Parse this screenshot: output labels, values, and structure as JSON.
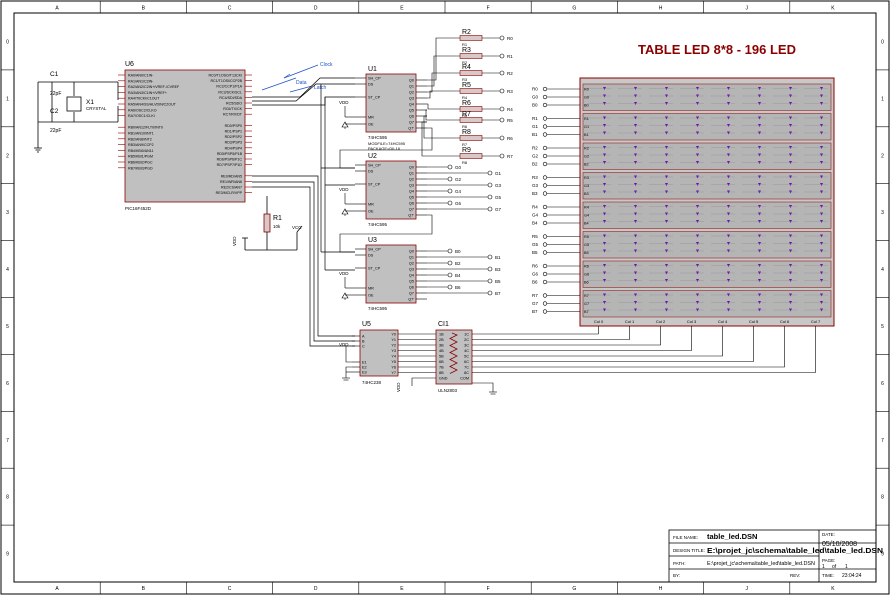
{
  "frame": {
    "cols": [
      "A",
      "B",
      "C",
      "D",
      "E",
      "F",
      "G",
      "H",
      "J",
      "K"
    ],
    "rows": [
      "0",
      "1",
      "2",
      "3",
      "4",
      "5",
      "6",
      "7",
      "8",
      "9"
    ]
  },
  "title": "TABLE LED 8*8 - 196 LED",
  "crystal": {
    "c1": "C1",
    "c1_val": "22pF",
    "c2": "C2",
    "c2_val": "22pF",
    "x1": "X1",
    "x1_val": "CRYSTAL"
  },
  "mcu": {
    "ref": "U6",
    "part": "PIC16F452D",
    "pins_left": [
      "RA0/AN0/C1IN-",
      "RA1/AN1/C2IN-",
      "RA2/AN2/C2IN+/VREF-/CVREF",
      "RA3/AN3/C1IN+/VREF+",
      "RA4/T0CKI/C1OUT",
      "RA5/AN4/SS/HLVDIN/C2OUT",
      "RA6/OSC2/CLKO",
      "RA7/OSC1/CLKI",
      "",
      "RB0/AN12/FLT0/INT0",
      "RB1/AN10/INT1",
      "RB2/AN8/INT2",
      "RB3/AN9/CCP2",
      "RB4/KBI0/AN11",
      "RB5/KBI1/PGM",
      "RB6/KBI2/PGC",
      "RB7/KBI3/PGD"
    ],
    "pins_right": [
      "RC0/T1OSO/T13CKI",
      "RC1/T1OSI/CCP2B",
      "RC2/CCP1/P1A",
      "RC3/SCK/SCL",
      "RC4/SDI/SDA",
      "RC5/SDO",
      "RC6/TX/CK",
      "RC7/RX/DT",
      "",
      "RD0/PSP0",
      "RD1/PSP1",
      "RD2/PSP2",
      "RD3/PSP3",
      "RD4/PSP4",
      "RD5/PSP5/P1B",
      "RD6/PSP6/P1C",
      "RD7/PSP7/P1D",
      "",
      "RE0/RD/AN5",
      "RE1/WR/AN6",
      "RE2/CS/AN7",
      "RE3/MCLR/VPP"
    ]
  },
  "r1": {
    "ref": "R1",
    "val": "10k",
    "vcc": "VCC",
    "vdd": "VDD"
  },
  "net_labels": {
    "clock": "Clock",
    "data": "Data",
    "latch": "Latch"
  },
  "shift_regs": [
    {
      "ref": "U1",
      "part": "74HC595",
      "pkg": "MODFILE=74HC595",
      "pkg2": "PACKAGE=DIL16",
      "pins_in": [
        "SH_CP",
        "DS",
        "ST_CP",
        "MR",
        "OE"
      ],
      "pins_out": [
        "Q0",
        "Q1",
        "Q2",
        "Q3",
        "Q4",
        "Q5",
        "Q6",
        "Q7",
        "Q7'"
      ]
    },
    {
      "ref": "U2",
      "part": "74HC595",
      "pkg": "",
      "pkg2": "",
      "pins_in": [
        "SH_CP",
        "DS",
        "ST_CP",
        "MR",
        "OE"
      ],
      "pins_out": [
        "Q0",
        "Q1",
        "Q2",
        "Q3",
        "Q4",
        "Q5",
        "Q6",
        "Q7",
        "Q7'"
      ]
    },
    {
      "ref": "U3",
      "part": "74HC595",
      "pkg": "",
      "pkg2": "",
      "pins_in": [
        "SH_CP",
        "DS",
        "ST_CP",
        "MR",
        "OE"
      ],
      "pins_out": [
        "Q0",
        "Q1",
        "Q2",
        "Q3",
        "Q4",
        "Q5",
        "Q6",
        "Q7",
        "Q7'"
      ]
    }
  ],
  "vdd": "VDD",
  "red_resistors": [
    {
      "ref": "R2",
      "val": "R1",
      "out": "R0"
    },
    {
      "ref": "R3",
      "val": "R2",
      "out": "R1"
    },
    {
      "ref": "R4",
      "val": "R3",
      "out": "R2"
    },
    {
      "ref": "R5",
      "val": "R4",
      "out": "R3"
    },
    {
      "ref": "R6",
      "val": "R5",
      "out": "R4"
    },
    {
      "ref": "R7",
      "val": "R6",
      "out": "R5"
    },
    {
      "ref": "R8",
      "val": "R7",
      "out": "R6"
    },
    {
      "ref": "R9",
      "val": "R8",
      "out": "R7"
    }
  ],
  "u2_outputs": [
    "G0",
    "G1",
    "G2",
    "G3",
    "G4",
    "G5",
    "G6",
    "G7"
  ],
  "u3_outputs": [
    "B0",
    "B1",
    "B2",
    "B3",
    "B4",
    "B5",
    "B6",
    "B7"
  ],
  "decoder": {
    "ref": "U5",
    "part": "74HC238",
    "pins_in": [
      "A",
      "B",
      "C",
      "E1",
      "E2",
      "E3"
    ],
    "pins_out": [
      "Y0",
      "Y1",
      "Y2",
      "Y3",
      "Y4",
      "Y5",
      "Y6",
      "Y7"
    ]
  },
  "driver": {
    "ref": "CI1",
    "part": "ULN2803",
    "pins_in": [
      "1B",
      "2B",
      "3B",
      "4B",
      "5B",
      "6B",
      "7B",
      "8B",
      "GND"
    ],
    "pins_out": [
      "1C",
      "2C",
      "3C",
      "4C",
      "5C",
      "6C",
      "7C",
      "8C",
      "COM"
    ]
  },
  "matrix": {
    "row_groups": [
      {
        "R": "R0",
        "G": "G0",
        "B": "B0"
      },
      {
        "R": "R1",
        "G": "G1",
        "B": "B1"
      },
      {
        "R": "R2",
        "G": "G2",
        "B": "B2"
      },
      {
        "R": "R3",
        "G": "G3",
        "B": "B3"
      },
      {
        "R": "R4",
        "G": "G4",
        "B": "B4"
      },
      {
        "R": "R5",
        "G": "G5",
        "B": "B5"
      },
      {
        "R": "R6",
        "G": "G6",
        "B": "B6"
      },
      {
        "R": "R7",
        "G": "G7",
        "B": "B7"
      }
    ],
    "cols": [
      "Col 0",
      "Col 1",
      "Col 2",
      "Col 3",
      "Col 4",
      "Col 5",
      "Col 6",
      "Col 7"
    ]
  },
  "titleblock": {
    "file_label": "FILE NAME:",
    "file": "table_led.DSN",
    "date_label": "DATE:",
    "date": "05/10/2008",
    "design_label": "DESIGN TITLE:",
    "design": "E:\\projet_jc\\schema\\table_led\\table_led.DSN",
    "page_label": "PAGE:",
    "page": "1",
    "of": "of",
    "pages": "1",
    "path_label": "PATH:",
    "path": "E:\\projet_jc\\schema\\table_led\\table_led.DSN",
    "by_label": "BY:",
    "rev_label": "REV:",
    "time_label": "TIME:",
    "time": "23:04:24"
  },
  "colors": {
    "line": "#000000",
    "part": "#8b0000",
    "fill": "#c0c0c0",
    "led": "#6a0dad",
    "title": "#8b0000",
    "net": "#1e50c8"
  }
}
